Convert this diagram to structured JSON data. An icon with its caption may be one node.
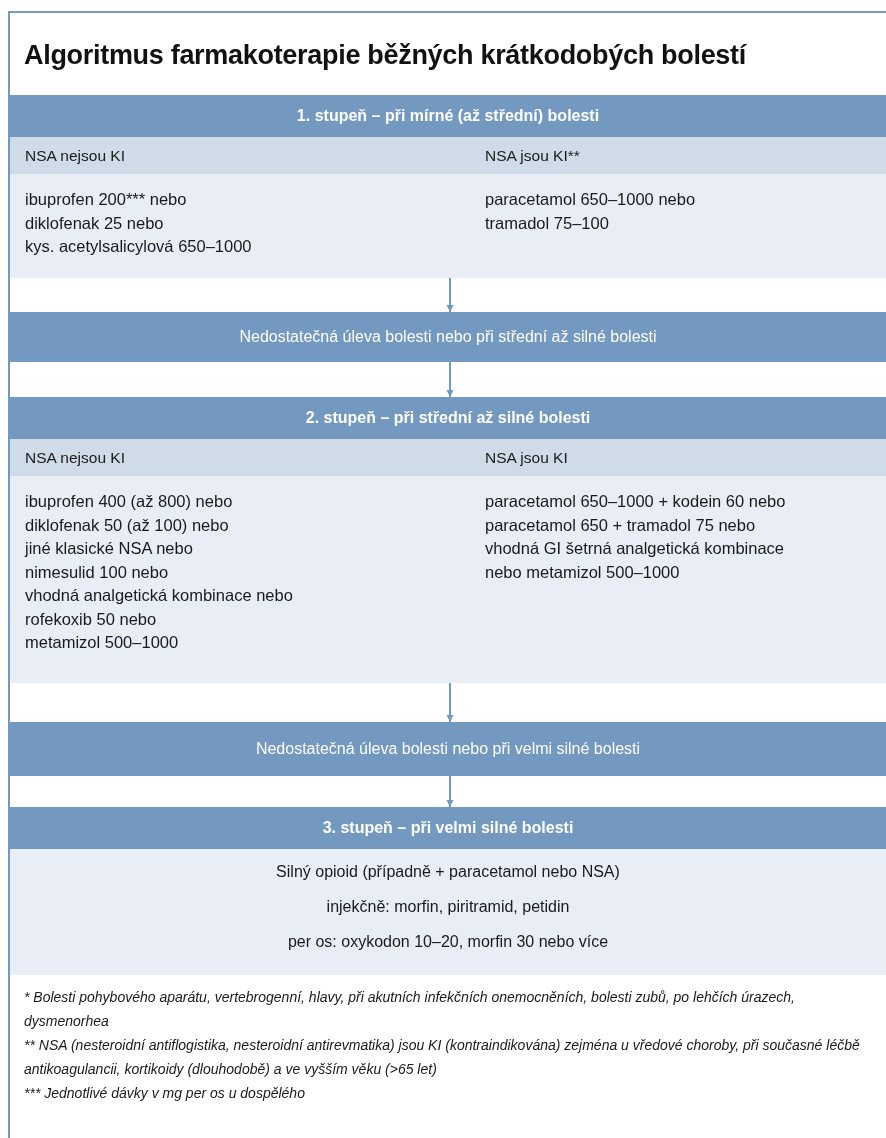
{
  "diagram": {
    "title": "Algoritmus farmakoterapie běžných krátkodobých bolestí",
    "nodes": [
      {
        "text": [
          "1. stupeň – při mírné (až střední) bolesti"
        ]
      },
      {
        "text": [
          "NSA nejsou KI",
          "ibuprofen 200*** nebo",
          "diklofenak 25 nebo",
          "kys. acetylsalicylová 650–1000"
        ],
        "in": 0
      },
      {
        "text": [
          "NSA jsou KI**",
          "paracetamol 650–1000 nebo",
          "tramadol 75–100"
        ],
        "in": 0
      },
      {
        "text": [
          "Nedostatečná úleva bolesti nebo při střední až silné bolesti"
        ]
      },
      {
        "text": [
          "2. stupeň – při střední až silné bolesti"
        ]
      },
      {
        "text": [
          "NSA nejsou KI",
          "ibuprofen 400 (až 800) nebo",
          "diklofenak 50 (až 100) nebo",
          "jiné klasické NSA nebo",
          "nimesulid 100 nebo",
          "vhodná analgetická kombinace nebo",
          "rofekoxib 50 nebo",
          "metamizol 500–1000"
        ],
        "in": 4
      },
      {
        "text": [
          "NSA jsou KI",
          "paracetamol 650–1000 + kodein 60 nebo",
          "paracetamol 650 + tramadol 75 nebo",
          "vhodná GI šetrná analgetická  kombinace",
          "nebo metamizol 500–1000"
        ],
        "in": 4
      },
      {
        "text": [
          "Nedostatečná úleva bolesti nebo při velmi silné bolesti"
        ]
      },
      {
        "text": [
          "3. stupeň – při velmi silné bolesti",
          "Silný opioid (případně + paracetamol nebo NSA)",
          "injekčně: morfin, piritramid, petidin",
          "per os: oxykodon 10–20, morfin 30 nebo více"
        ]
      }
    ],
    "edges": [
      {
        "from": 0,
        "to": 3,
        "arrow": "to"
      },
      {
        "from": 3,
        "to": 4,
        "arrow": "to"
      },
      {
        "from": 4,
        "to": 7,
        "arrow": "to"
      },
      {
        "from": 7,
        "to": 8,
        "arrow": "to"
      }
    ],
    "labels": [
      "* Bolesti pohybového aparátu, vertebrogenní, hlavy, při akutních infekčních onemocněních, bolesti zubů, po lehčích úrazech, dysmenorhea",
      "** NSA (nesteroidní antiflogistika, nesteroidní antirevmatika) jsou KI (kontraindikována) zejména u vředové choroby, při současné léčbě antikoagulancii, kortikoidy (dlouhodobě) a ve vyšším věku (>65 let)",
      "*** Jednotlivé dávky v mg per os u dospělého"
    ]
  }
}
